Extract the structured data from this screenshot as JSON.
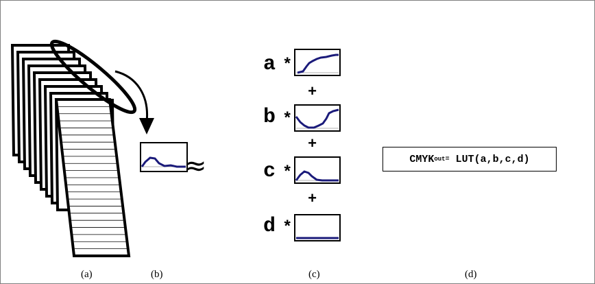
{
  "panels": {
    "approx_symbol": "≈",
    "coefficients": [
      {
        "letter": "a",
        "op": "*"
      },
      {
        "letter": "b",
        "op": "*"
      },
      {
        "letter": "c",
        "op": "*"
      },
      {
        "letter": "d",
        "op": "*"
      }
    ],
    "plus": "+",
    "formula": {
      "lhs_main": "CMYK",
      "lhs_sub": "out",
      "equals": "=",
      "rhs": " LUT(a,b,c,d)"
    },
    "captions": [
      "(a)",
      "(b)",
      "(c)",
      "(d)"
    ]
  },
  "colors": {
    "curve": "#1a1a7a",
    "grid": "#b0b0b0",
    "stroke": "#000000"
  }
}
